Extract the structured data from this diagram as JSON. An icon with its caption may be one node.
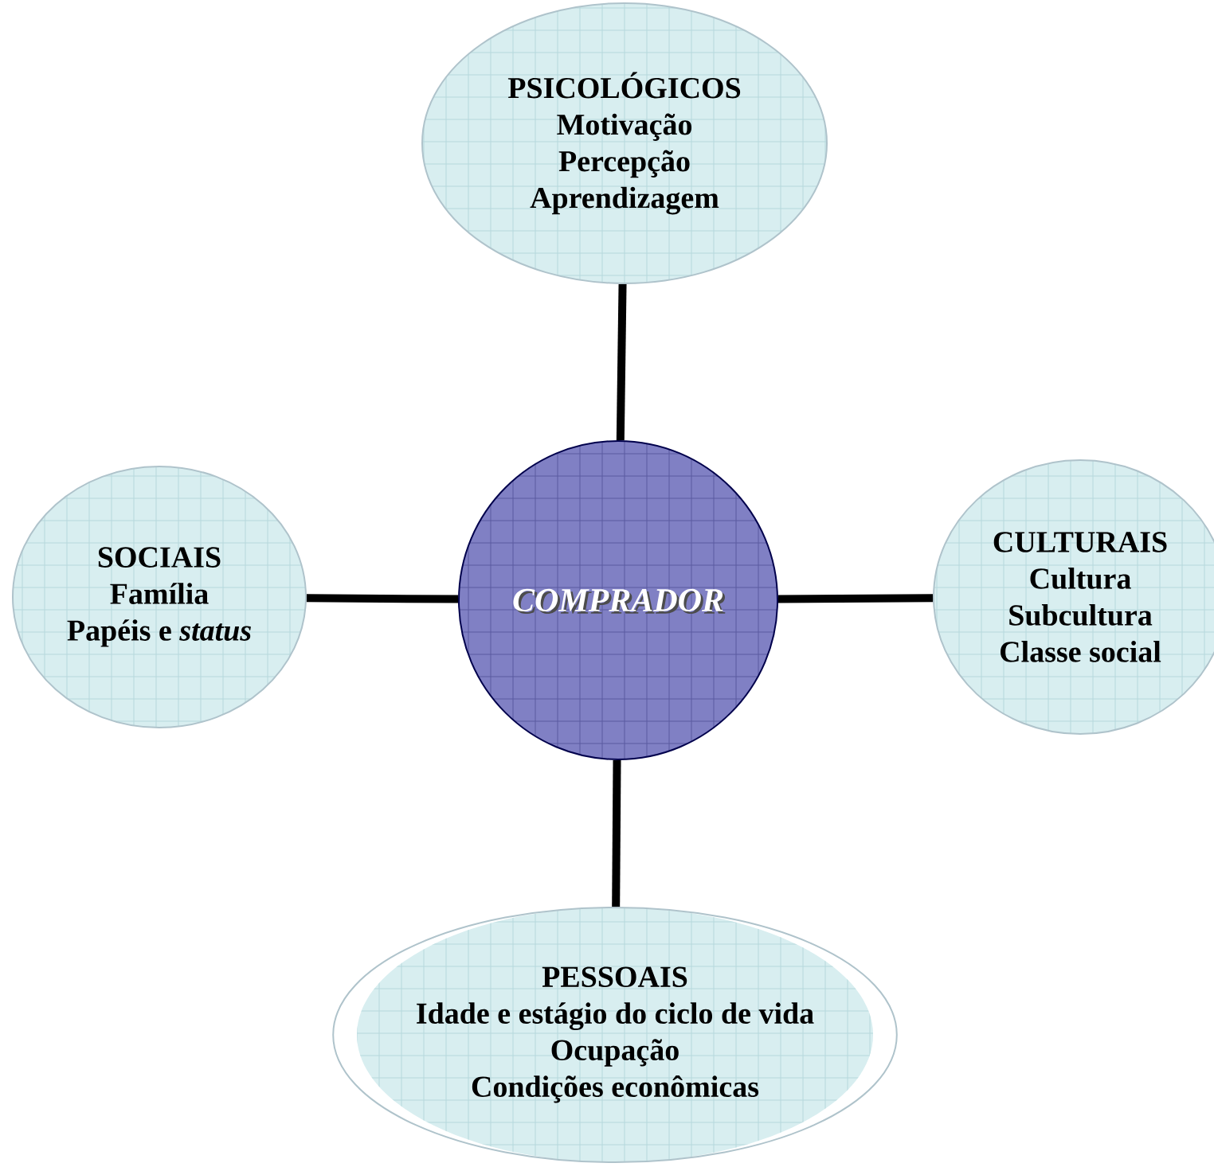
{
  "diagram": {
    "nodes": [
      {
        "text": [
          "COMPRADOR"
        ]
      },
      {
        "text": [
          "PSICOLÓGICOS",
          "Motivação",
          "Percepção",
          "Aprendizagem"
        ]
      },
      {
        "text": [
          "SOCIAIS",
          "Família",
          "Papéis e *status*"
        ]
      },
      {
        "text": [
          "CULTURAIS",
          "Cultura",
          "Subcultura",
          "Classe social"
        ]
      },
      {
        "text": [
          "PESSOAIS",
          "Idade e estágio do ciclo de vida",
          "Ocupação",
          "Condições econômicas"
        ]
      }
    ],
    "edges": [
      {
        "from": 0,
        "to": 1,
        "arrow": "none"
      },
      {
        "from": 0,
        "to": 2,
        "arrow": "none"
      },
      {
        "from": 0,
        "to": 3,
        "arrow": "none"
      },
      {
        "from": 0,
        "to": 4,
        "arrow": "none"
      }
    ]
  }
}
